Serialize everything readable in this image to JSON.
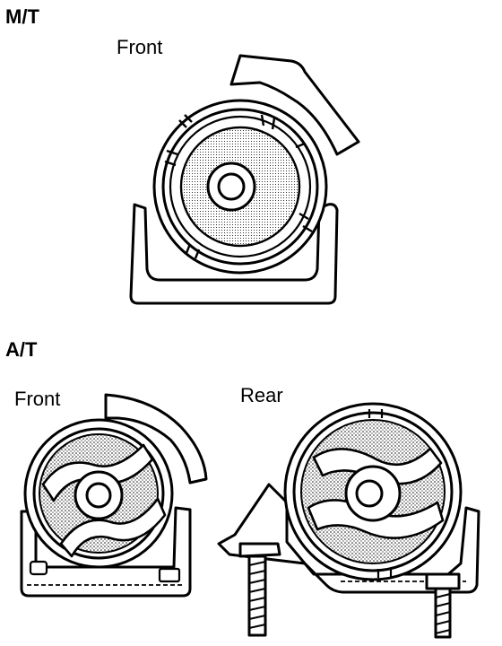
{
  "sections": {
    "mt": {
      "title": "M/T",
      "front_label": "Front"
    },
    "at": {
      "title": "A/T",
      "front_label": "Front",
      "rear_label": "Rear"
    }
  },
  "colors": {
    "line": "#000000",
    "rubber_fill": "#d8d8d8",
    "background": "#ffffff"
  }
}
